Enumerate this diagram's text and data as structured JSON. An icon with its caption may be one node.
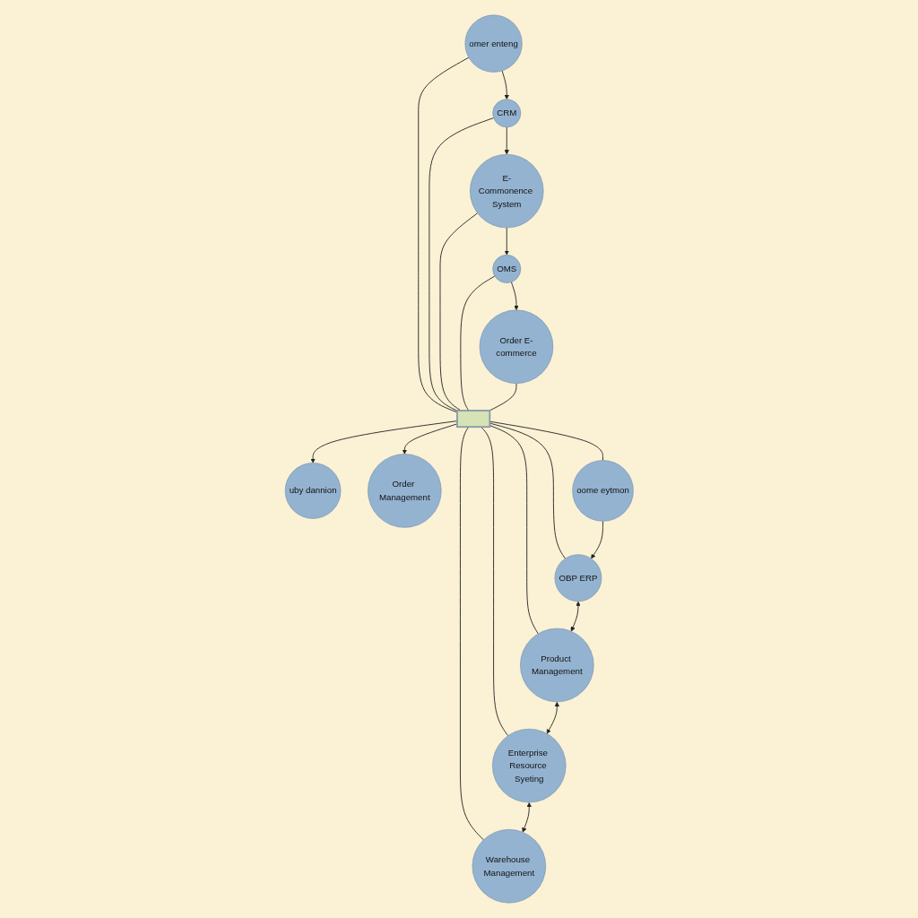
{
  "diagram": {
    "nodes": [
      {
        "text": [
          "omer enteng"
        ]
      },
      {
        "text": [
          "CRM"
        ]
      },
      {
        "text": [
          "E-Commonence System"
        ]
      },
      {
        "text": [
          "OMS"
        ]
      },
      {
        "text": [
          "Order E-commerce"
        ]
      },
      {
        "text": [],
        "shape": "box"
      },
      {
        "text": [
          "uby dannion"
        ]
      },
      {
        "text": [
          "Order Management"
        ]
      },
      {
        "text": [
          "oome eytmon"
        ]
      },
      {
        "text": [
          "OBP ERP"
        ]
      },
      {
        "text": [
          "Product Management"
        ]
      },
      {
        "text": [
          "Enterprise Resource Syeting"
        ]
      },
      {
        "text": [
          "Warehouse Management"
        ]
      }
    ],
    "edges": [
      {
        "from": 0,
        "to": 1,
        "arrow": "to"
      },
      {
        "from": 1,
        "to": 2,
        "arrow": "to"
      },
      {
        "from": 2,
        "to": 3,
        "arrow": "to"
      },
      {
        "from": 3,
        "to": 4,
        "arrow": "to"
      },
      {
        "from": 0,
        "to": 5,
        "arrow": "none"
      },
      {
        "from": 1,
        "to": 5,
        "arrow": "none"
      },
      {
        "from": 2,
        "to": 5,
        "arrow": "none"
      },
      {
        "from": 3,
        "to": 5,
        "arrow": "none"
      },
      {
        "from": 4,
        "to": 5,
        "arrow": "none"
      },
      {
        "from": 5,
        "to": 6,
        "arrow": "to"
      },
      {
        "from": 5,
        "to": 7,
        "arrow": "to"
      },
      {
        "from": 5,
        "to": 8,
        "arrow": "none"
      },
      {
        "from": 5,
        "to": 9,
        "arrow": "none"
      },
      {
        "from": 5,
        "to": 10,
        "arrow": "none"
      },
      {
        "from": 5,
        "to": 11,
        "arrow": "none"
      },
      {
        "from": 5,
        "to": 12,
        "arrow": "none"
      },
      {
        "from": 8,
        "to": 9,
        "arrow": "to"
      },
      {
        "from": 9,
        "to": 10,
        "arrow": "both"
      },
      {
        "from": 10,
        "to": 11,
        "arrow": "both"
      },
      {
        "from": 11,
        "to": 12,
        "arrow": "both"
      }
    ]
  }
}
